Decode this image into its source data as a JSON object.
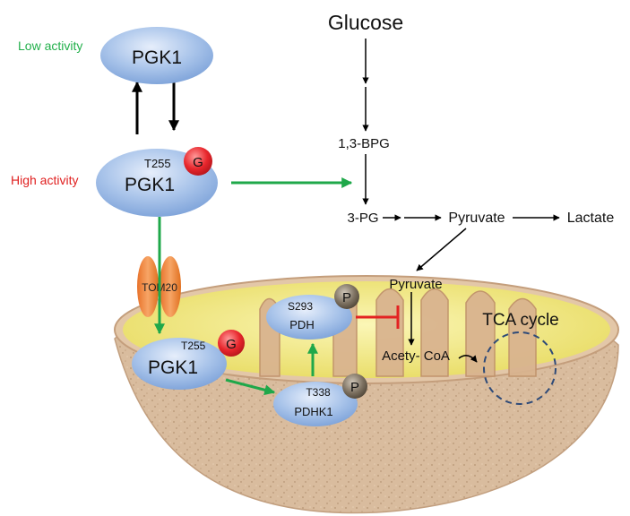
{
  "nodes": {
    "pgk1_top": "PGK1",
    "pgk1_mid": "PGK1",
    "pgk1_mito": "PGK1",
    "t255_mid": "T255",
    "t255_mito": "T255",
    "g_mid": "G",
    "g_mito": "G",
    "tom20": "TOM20",
    "pdh": "PDH",
    "s293": "S293",
    "p_pdh": "P",
    "pdhk1": "PDHK1",
    "t338": "T338",
    "p_pdhk1": "P"
  },
  "labels": {
    "low_activity": "Low activity",
    "high_activity": "High activity"
  },
  "pathway": {
    "glucose": "Glucose",
    "bpg": "1,3-BPG",
    "pg3": "3-PG",
    "pyruvate": "Pyruvate",
    "lactate": "Lactate",
    "pyruvate_mito": "Pyruvate",
    "acetyl_coa": "Acety- CoA",
    "tca_cycle": "TCA cycle"
  },
  "colors": {
    "low_activity": "#22b04b",
    "high_activity": "#e02020",
    "green_arrow": "#1fa84a",
    "inhibition": "#e32222",
    "node_blue": "#8fb4e3",
    "g_red": "#e8262c",
    "p_gray": "#6b5f4f",
    "mito_outer": "#d8b898",
    "mito_matrix": "#f3ec86",
    "tom20": "#f0873d",
    "tca_dash": "#2e4a78"
  }
}
